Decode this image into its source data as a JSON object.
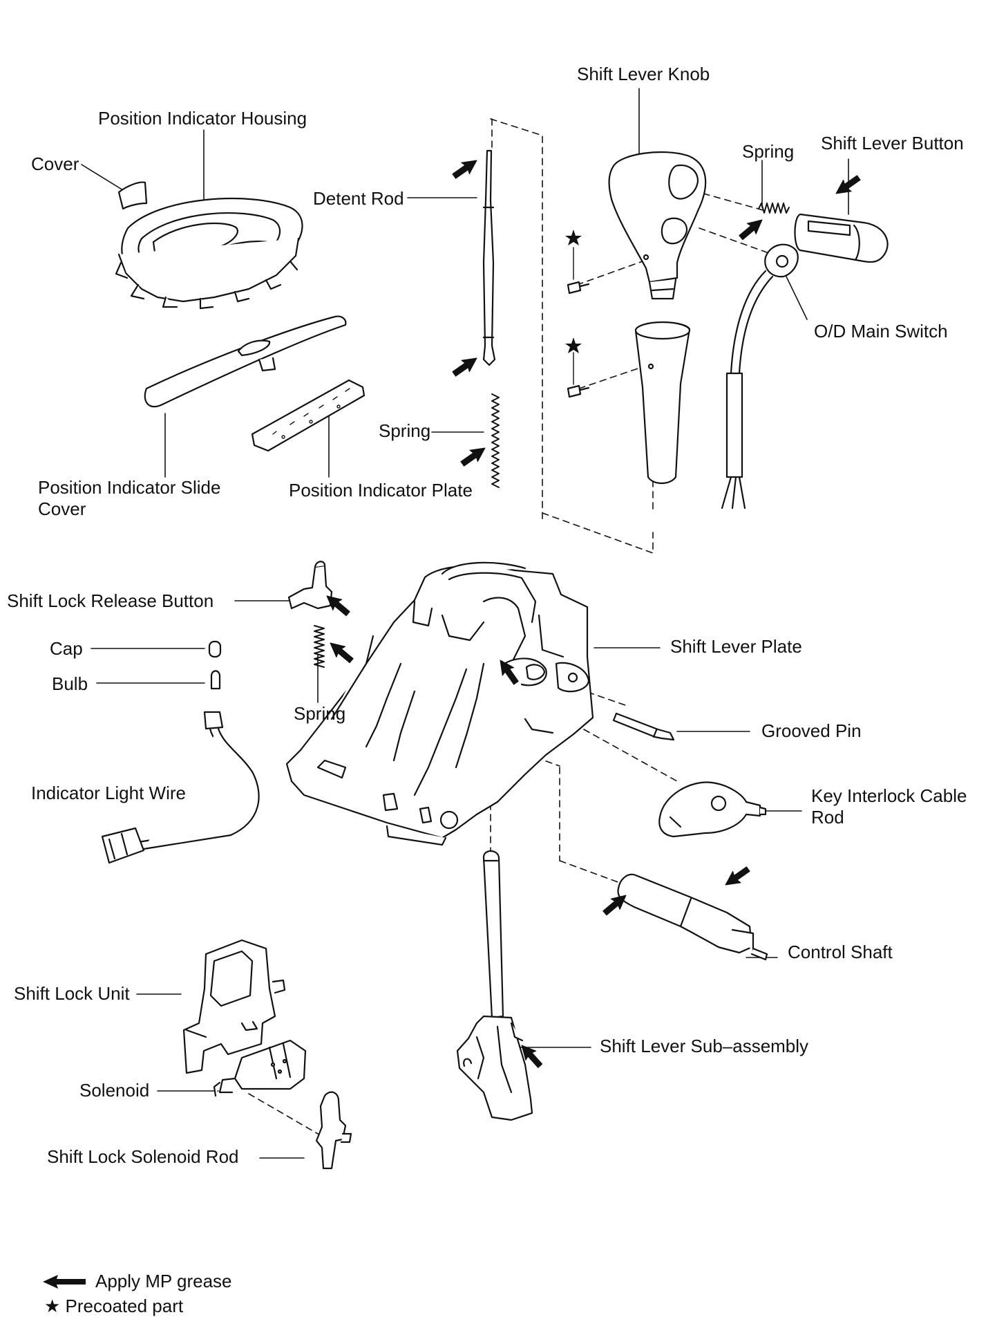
{
  "labels": {
    "shift_lever_knob": "Shift Lever Knob",
    "position_indicator_housing": "Position Indicator Housing",
    "cover": "Cover",
    "detent_rod": "Detent Rod",
    "spring_knob": "Spring",
    "shift_lever_button": "Shift Lever Button",
    "od_main_switch": "O/D Main Switch",
    "spring_detent": "Spring",
    "position_indicator_slide_cover": "Position Indicator Slide Cover",
    "position_indicator_plate": "Position Indicator Plate",
    "shift_lock_release_button": "Shift Lock Release Button",
    "cap": "Cap",
    "bulb": "Bulb",
    "spring_release": "Spring",
    "shift_lever_plate": "Shift Lever Plate",
    "grooved_pin": "Grooved Pin",
    "indicator_light_wire": "Indicator Light Wire",
    "key_interlock_cable_rod": "Key Interlock Cable Rod",
    "control_shaft": "Control Shaft",
    "shift_lock_unit": "Shift Lock Unit",
    "shift_lever_sub_assembly": "Shift Lever Sub–assembly",
    "solenoid": "Solenoid",
    "shift_lock_solenoid_rod": "Shift Lock Solenoid Rod"
  },
  "legend": {
    "grease": "Apply MP grease",
    "precoated": "★ Precoated part"
  },
  "colors": {
    "ink": "#111111",
    "paper": "#ffffff",
    "shade": "#f3f3f3"
  }
}
